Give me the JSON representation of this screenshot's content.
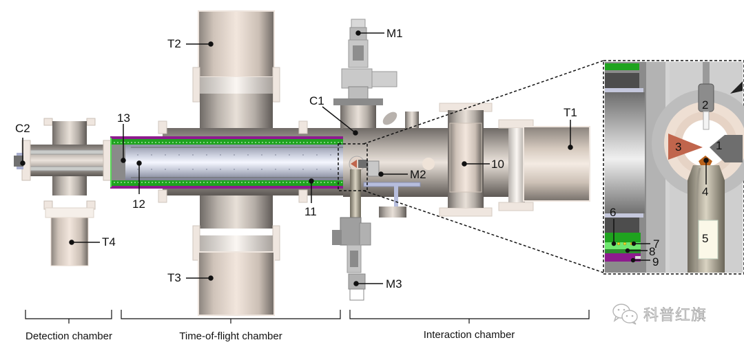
{
  "figure": {
    "type": "instrument-schematic",
    "sections": [
      {
        "id": "detection",
        "label": "Detection chamber"
      },
      {
        "id": "tof",
        "label": "Time-of-flight chamber"
      },
      {
        "id": "interaction",
        "label": "Interaction chamber"
      }
    ],
    "labels": {
      "T1": "T1",
      "T2": "T2",
      "T3": "T3",
      "T4": "T4",
      "M1": "M1",
      "M2": "M2",
      "M3": "M3",
      "C1": "C1",
      "C2": "C2",
      "n10": "10",
      "n11": "11",
      "n12": "12",
      "n13": "13"
    },
    "inset_labels": [
      "1",
      "2",
      "3",
      "4",
      "5",
      "6",
      "7",
      "8",
      "9"
    ],
    "watermark": {
      "icon": "wechat-icon",
      "text": "科普红旗"
    },
    "colors": {
      "steel_dark": "#7d7873",
      "steel_light": "#efe6df",
      "pump_beige": "#f0e4da",
      "green_layer": "#1fa31f",
      "magenta_layer": "#8e1b8e",
      "cone_copper": "#c0654c",
      "block_gray": "#6e6e6e",
      "sample_cream": "#fbf8e8",
      "text": "#111111"
    }
  }
}
